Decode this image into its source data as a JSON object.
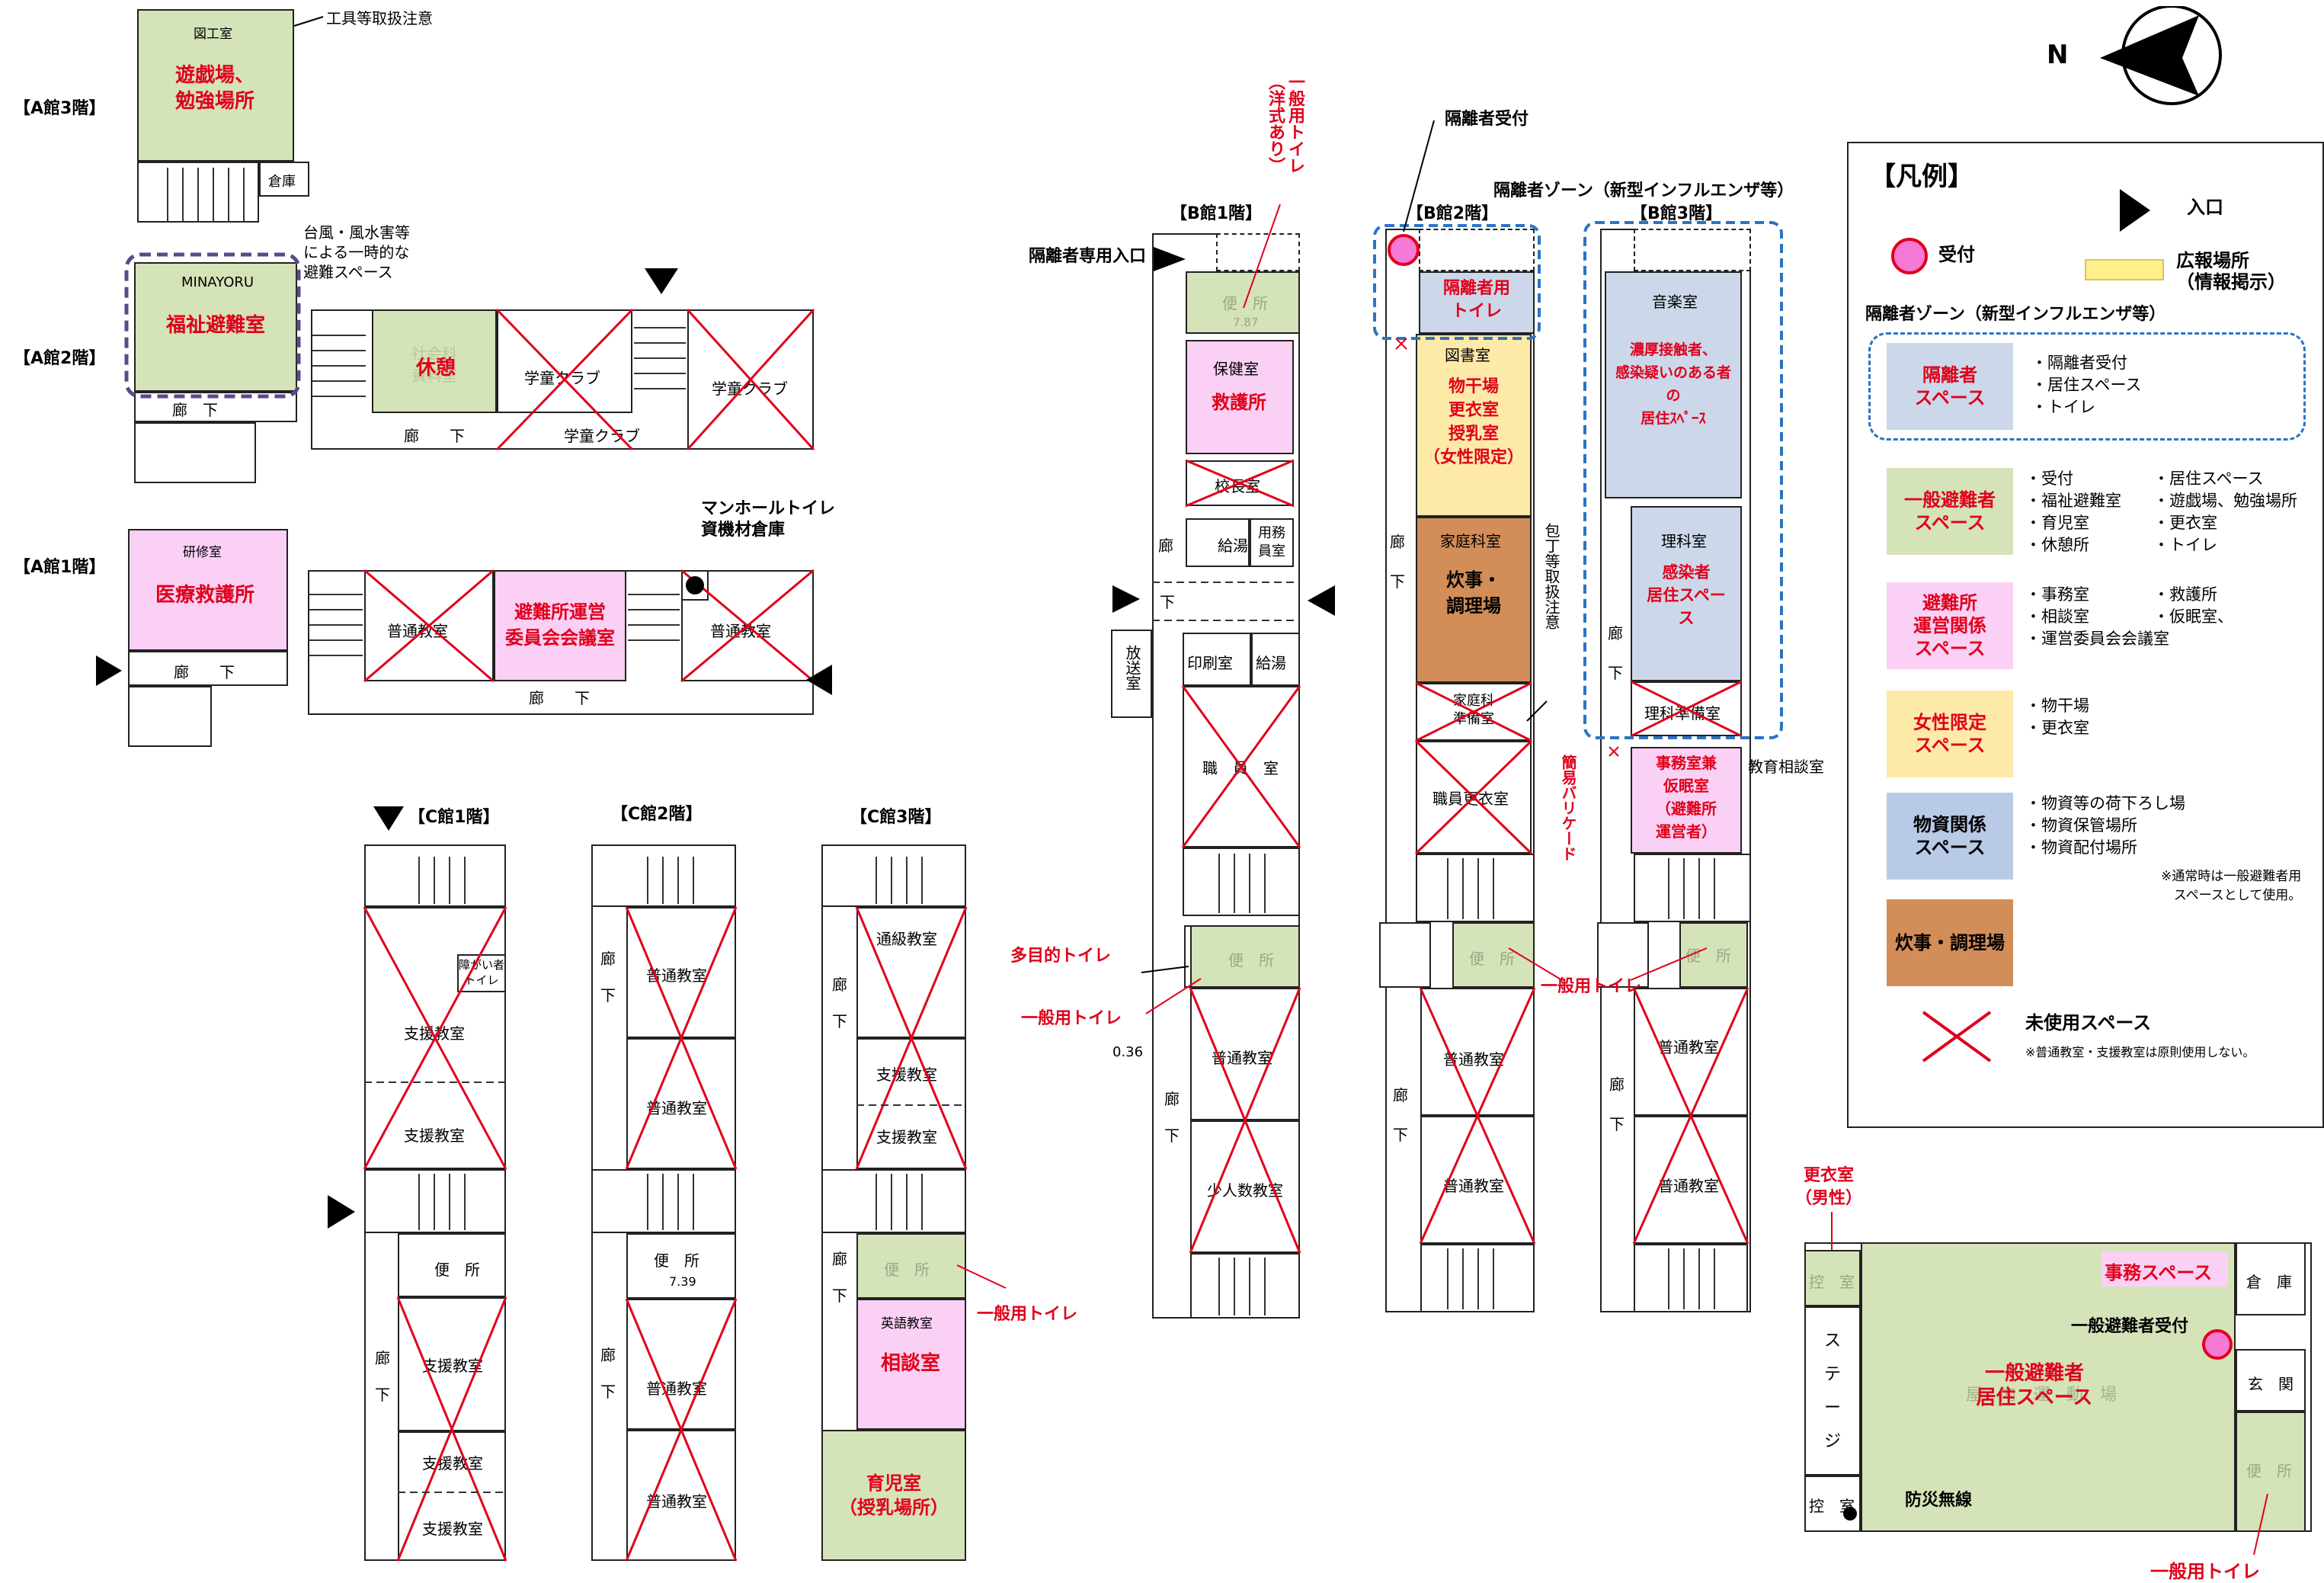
{
  "floors": {
    "a3": "【A館3階】",
    "a2": "【A館2階】",
    "a1": "【A館1階】",
    "b1": "【B館1階】",
    "b2": "【B館2階】",
    "b3": "【B館3階】",
    "c1": "【C館1階】",
    "c2": "【C館2階】",
    "c3": "【C館3階】"
  },
  "a3": {
    "zuko": "図工室",
    "zuko_use": "遊戯場、\n勉強場所",
    "souko": "倉庫",
    "note": "工具等取扱注意"
  },
  "a2": {
    "minayoru": "MINAYORU",
    "fukushi": "福祉避難室",
    "typhoon_note": "台風・風水害等\nによる一時的な\n避難スペース",
    "shiryo": "社会科\n資料室",
    "kyukei": "休憩",
    "gakudo1": "学童クラブ",
    "gakudo2": "学童クラブ",
    "gakudo3": "学童クラブ",
    "corridor": "廊　　下",
    "corridor2": "廊　下"
  },
  "a1": {
    "kenshu": "研修室",
    "iryo": "医療救護所",
    "futsu1": "普通教室",
    "unei": "避難所運営\n委員会会議室",
    "futsu2": "普通教室",
    "corridor1": "廊　　下",
    "corridor2": "廊　　下",
    "manhole": "マンホールトイレ\n資機材倉庫"
  },
  "c1": {
    "shogai": "障がい者\nトイレ",
    "shien1": "支援教室",
    "shien2": "支援教室",
    "benjo": "便　所",
    "shien3": "支援教室",
    "shien4": "支援教室",
    "shien5": "支援教室",
    "corridor": "廊\n\n下"
  },
  "c2": {
    "futsu1": "普通教室",
    "futsu2": "普通教室",
    "benjo": "便　所",
    "num": "7.39",
    "futsu3": "普通教室",
    "futsu4": "普通教室",
    "corridor1": "廊\n\n下",
    "corridor2": "廊\n\n下"
  },
  "c3": {
    "tsukyu": "通級教室",
    "shien1": "支援教室",
    "shien2": "支援教室",
    "benjo": "便　所",
    "eigo": "英語教室",
    "sodan": "相談室",
    "ikuji": "育児室\n（授乳場所）",
    "corridor1": "廊\n\n下",
    "corridor2": "廊\n\n下",
    "toilet_label": "一般用トイレ"
  },
  "b1": {
    "isolation_entry": "隔離者専用入口",
    "general_toilet_v": "一般用トイレ\n（洋式あり）",
    "benjo": "便　所",
    "num": "7.87",
    "hoken": "保健室",
    "kyugo": "救護所",
    "kocho": "校長室",
    "kyuto": "給湯",
    "yomuin": "用務\n員室",
    "corridor": "廊",
    "corridor_b": "下",
    "hoso": "放送室",
    "insatsu": "印刷室",
    "kyuto2": "給湯",
    "shokuin": "職　員　室",
    "tamokuteki": "多目的トイレ",
    "ippan_toilet": "一般用トイレ",
    "num2": "0.36",
    "benjo2": "便　所",
    "futsu": "普通教室",
    "shonin": "少人数教室",
    "corridor2": "廊\n\n下"
  },
  "b2": {
    "reception": "隔離者受付",
    "kakuri_toilet": "隔離者用\nトイレ",
    "tosho": "図書室",
    "monohoshi": "物干場\n更衣室\n授乳室\n（女性限定）",
    "katei": "家庭科室",
    "suiji": "炊事・\n調理場",
    "katei_jumbi": "家庭科\n準備室",
    "kouishitsu": "職員更衣室",
    "corridor": "廊\n\n下",
    "benjo": "便　所",
    "futsu1": "普通教室",
    "futsu2": "普通教室",
    "corridor2": "廊\n\n下",
    "hocho": "包丁等取扱注意",
    "barricade": "簡易バリケード"
  },
  "b3": {
    "zone_title": "隔離者ゾーン（新型インフルエンザ等）",
    "ongaku": "音楽室",
    "noko": "濃厚接触者、\n感染疑いのある者\nの\n居住ｽﾍﾟｰｽ",
    "rika": "理科室",
    "kansen": "感染者\n居住スペー\nス",
    "rika_jumbi": "理科準備室",
    "jimu": "事務室兼\n仮眠室\n（避難所\n運営者）",
    "kyoiku_sodan": "教育相談室",
    "corridor": "廊\n\n下",
    "benjo": "便　所",
    "ippan_toilet": "一般用トイレ",
    "futsu1": "普通教室",
    "futsu2": "普通教室",
    "corridor2": "廊\n\n下"
  },
  "gym": {
    "kouishitsu_m": "更衣室\n（男性）",
    "hikae1": "控　室",
    "stage": "ス\nテ\nー\nジ",
    "hikae2": "控　室",
    "jimu_space": "事務スペース",
    "souko": "倉　庫",
    "reception": "一般避難者受付",
    "genkan": "玄　関",
    "benjo": "便　所",
    "okunai": "屋　内　運　動　場",
    "living": "一般避難者\n居住スペース",
    "radio": "防災無線",
    "toilet_label": "一般用トイレ"
  },
  "compass": {
    "letter": "N"
  },
  "legend": {
    "title": "【凡例】",
    "entrance": "入口",
    "reception": "受付",
    "pr": "広報場所\n（情報掲示）",
    "zone_heading": "隔離者ゾーン（新型インフルエンザ等）",
    "isolation_swatch": "隔離者\nスペース",
    "isolation_items": "・隔離者受付\n・居住スペース\n・トイレ",
    "general_swatch": "一般避難者\nスペース",
    "general_items_1": "・受付\n・福祉避難室\n・育児室\n・休憩所",
    "general_items_2": "・居住スペース\n・遊戯場、勉強場所\n・更衣室\n・トイレ",
    "ops_swatch": "避難所\n運営関係\nスペース",
    "ops_items_1": "・事務室\n・相談室",
    "ops_items_2": "・救護所\n・仮眠室、",
    "ops_items_3": "・運営委員会会議室",
    "women_swatch": "女性限定\nスペース",
    "women_items": "・物干場\n・更衣室",
    "supplies_swatch": "物資関係\nスペース",
    "supplies_items": "・物資等の荷下ろし場\n・物資保管場所\n・物資配付場所",
    "supplies_note": "※通常時は一般避難者用\nスペースとして使用。",
    "cooking_swatch": "炊事・調理場",
    "unused": "未使用スペース",
    "unused_note": "※普通教室・支援教室は原則使用しない。"
  },
  "colors": {
    "general": "#d5e3b8",
    "ops": "#fbd0f5",
    "women": "#fde9a8",
    "isolation": "#ccd8ea",
    "supplies": "#b8cae6",
    "cooking": "#d28d59",
    "unused": "#e0001b",
    "reception": "#f47ad6",
    "pr": "#fff08a"
  }
}
